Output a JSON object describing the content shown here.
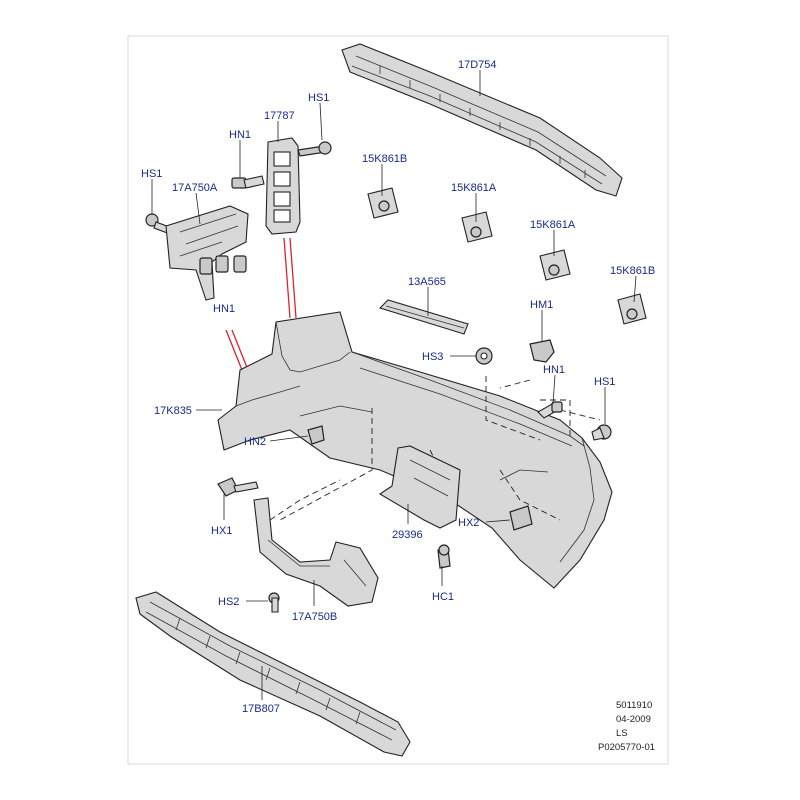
{
  "diagram": {
    "labels": {
      "l17D754": "17D754",
      "l17787": "17787",
      "lHS1a": "HS1",
      "lHN1a": "HN1",
      "lHS1b": "HS1",
      "l17A750A": "17A750A",
      "l15K861Ba": "15K861B",
      "l15K861Aa": "15K861A",
      "l15K861Ab": "15K861A",
      "l15K861Bb": "15K861B",
      "l13A565": "13A565",
      "lHM1": "HM1",
      "lHN1b": "HN1",
      "lHS3": "HS3",
      "lHN1c": "HN1",
      "lHS1c": "HS1",
      "l17K835": "17K835",
      "lHN2": "HN2",
      "lHX1": "HX1",
      "l29396": "29396",
      "lHX2": "HX2",
      "lHS2": "HS2",
      "l17A750B": "17A750B",
      "lHC1": "HC1",
      "l17B807": "17B807"
    },
    "footer": {
      "code": "5011910",
      "date": "04-2009",
      "region": "LS",
      "ref": "P0205770-01"
    }
  }
}
